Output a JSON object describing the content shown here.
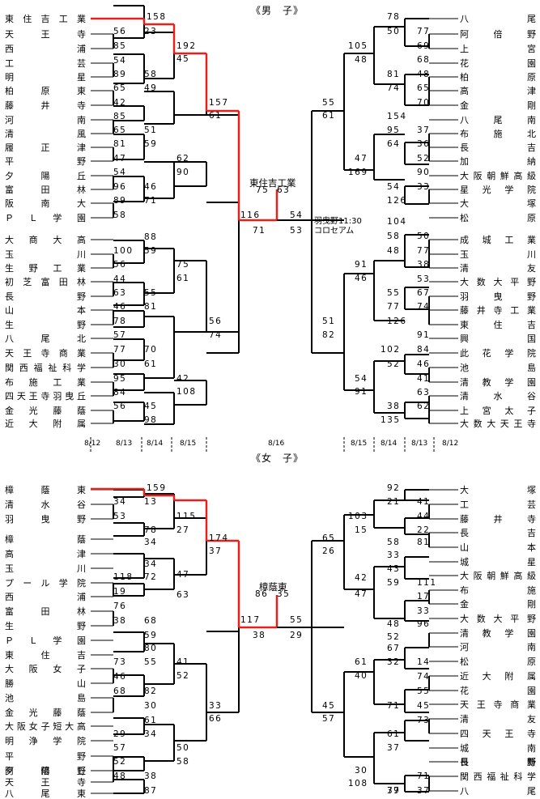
{
  "boys": {
    "title": "《男　子》",
    "winner": "東住吉工業",
    "final_scores": [
      "75",
      "63"
    ],
    "venue_lines": [
      "羽曳野11:30",
      "コロセアム"
    ],
    "left_names": [
      "東住吉工業",
      "天王寺",
      "西浦",
      "工芸",
      "明星",
      "柏原東",
      "藤井寺",
      "河南",
      "清風",
      "履正津",
      "平野",
      "夕陽丘",
      "富田林",
      "阪南大",
      "ＰＬ学園",
      "大商大高",
      "玉川",
      "生野工業",
      "初芝富田林",
      "長野",
      "山本",
      "生野",
      "八尾北",
      "天王寺商業",
      "関西福祉科学",
      "布施工業",
      "四天王寺羽曳丘",
      "金光藤蔭",
      "近大附属"
    ],
    "right_names": [
      "八尾",
      "阿倍野",
      "上宮",
      "花園",
      "柏原",
      "高津",
      "金剛",
      "八尾南",
      "布施北",
      "長吉",
      "加納",
      "大阪朝鮮高級",
      "星光学院",
      "大塚",
      "松原",
      "成城工業",
      "玉川",
      "清友",
      "大数大平野",
      "羽曳野",
      "藤井寺工業",
      "東住吉",
      "興国",
      "此花学院",
      "池島",
      "清教学園",
      "清水谷",
      "上宮太子",
      "大数大天王寺"
    ]
  },
  "girls": {
    "title": "《女　子》",
    "winner": "樟蔭東",
    "final_scores": [
      "86",
      "35"
    ],
    "left_names": [
      "樟蔭東",
      "清水谷",
      "羽曳野",
      "樟蔭",
      "高津",
      "玉川",
      "プール学院",
      "西浦",
      "富田林",
      "生野",
      "ＰＬ学園",
      "東住吉",
      "大阪女子",
      "勝山",
      "池島",
      "金光藤蔭",
      "大阪女子短大高",
      "明浄学院",
      "平野",
      "夕陽丘",
      "阿倍野",
      "天王寺",
      "八尾東"
    ],
    "right_names": [
      "大塚",
      "工芸",
      "藤井寺",
      "長吉",
      "山本",
      "城星",
      "大阪朝鮮高級",
      "布施",
      "金剛",
      "大数大平野",
      "清教学園",
      "河南",
      "松原",
      "近大附属",
      "花園",
      "天王寺商業",
      "清友",
      "四天王寺",
      "城南",
      "長野",
      "日新",
      "関西福祉科学",
      "八尾"
    ]
  },
  "dates": [
    "8/12",
    "8/13",
    "8/14",
    "8/15",
    "8/16",
    "8/15",
    "8/14",
    "8/13",
    "8/12"
  ],
  "scores": {
    "boys_left": [
      "158",
      "56",
      "23",
      "85",
      "192",
      "45",
      "54",
      "89",
      "58",
      "65",
      "49",
      "42",
      "157",
      "61",
      "85",
      "65",
      "51",
      "81",
      "59",
      "47",
      "62",
      "90",
      "54",
      "96",
      "46",
      "89",
      "71",
      "58",
      "116",
      "71",
      "88",
      "100",
      "59",
      "56",
      "75",
      "61",
      "44",
      "63",
      "55",
      "46",
      "81",
      "78",
      "56",
      "74",
      "57",
      "77",
      "70",
      "30",
      "61",
      "95",
      "42",
      "108",
      "84",
      "56",
      "45",
      "98"
    ],
    "boys_right": [
      "78",
      "50",
      "77",
      "69",
      "105",
      "48",
      "68",
      "81",
      "48",
      "74",
      "65",
      "70",
      "55",
      "61",
      "154",
      "95",
      "37",
      "64",
      "36",
      "52",
      "47",
      "169",
      "90",
      "54",
      "33",
      "126",
      "54",
      "53",
      "104",
      "58",
      "50",
      "48",
      "77",
      "38",
      "91",
      "46",
      "53",
      "55",
      "67",
      "77",
      "74",
      "126",
      "51",
      "82",
      "91",
      "102",
      "84",
      "52",
      "46",
      "41",
      "54",
      "91",
      "63",
      "38",
      "62",
      "135"
    ],
    "girls_left": [
      "159",
      "34",
      "13",
      "53",
      "115",
      "27",
      "78",
      "34",
      "174",
      "37",
      "34",
      "118",
      "72",
      "19",
      "47",
      "63",
      "76",
      "38",
      "68",
      "59",
      "117",
      "38",
      "80",
      "73",
      "55",
      "41",
      "52",
      "46",
      "68",
      "82",
      "30",
      "33",
      "66",
      "61",
      "29",
      "34",
      "57",
      "50",
      "58",
      "52",
      "48",
      "38",
      "87"
    ],
    "girls_right": [
      "92",
      "21",
      "41",
      "44",
      "103",
      "15",
      "22",
      "58",
      "81",
      "33",
      "65",
      "26",
      "43",
      "59",
      "111",
      "17",
      "42",
      "47",
      "33",
      "48",
      "96",
      "52",
      "55",
      "29",
      "67",
      "32",
      "14",
      "74",
      "61",
      "40",
      "55",
      "71",
      "45",
      "73",
      "45",
      "57",
      "61",
      "37",
      "30",
      "108",
      "71",
      "37",
      "37",
      "79"
    ]
  }
}
